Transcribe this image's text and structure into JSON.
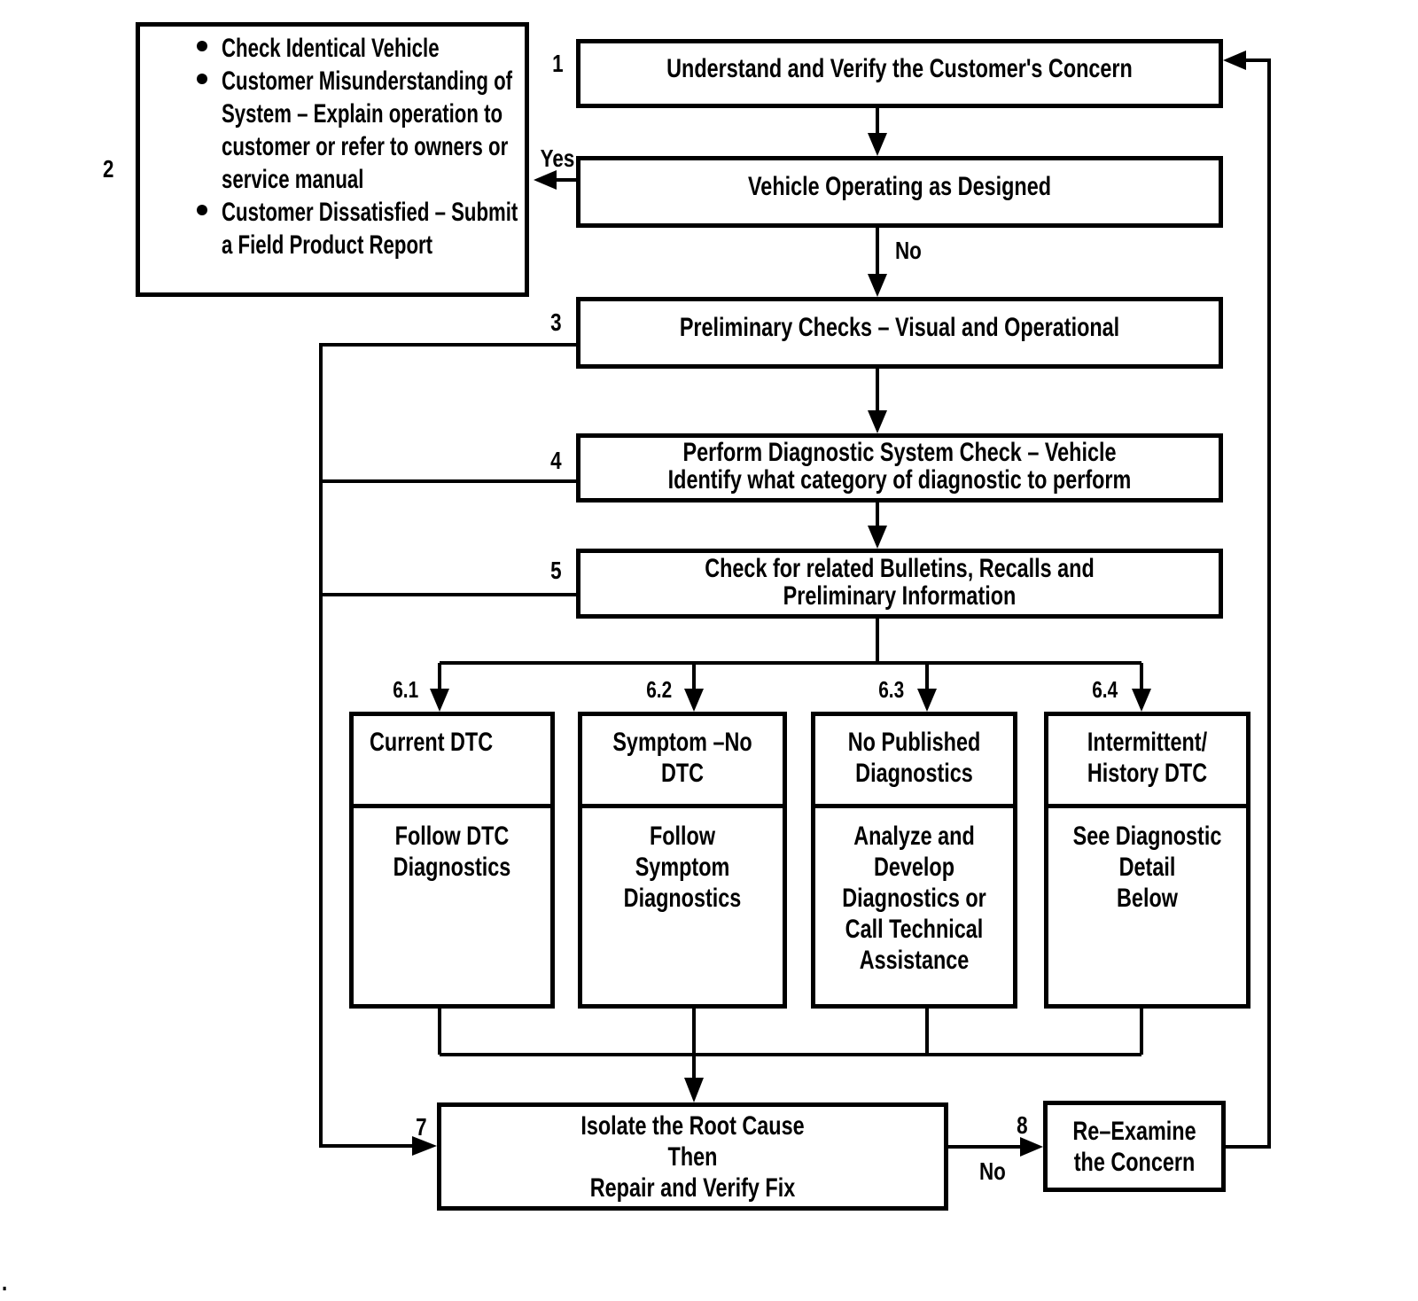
{
  "flowchart": {
    "background": "#ffffff",
    "line_color": "#000000",
    "steps": {
      "s1": {
        "number": "1",
        "lines": [
          "Understand and Verify the Customer's Concern"
        ]
      },
      "vehicle_operating": {
        "lines": [
          "Vehicle Operating as Designed"
        ],
        "yes_label": "Yes",
        "no_label": "No"
      },
      "s2_notes": {
        "number": "2",
        "bullets": [
          {
            "lines": [
              "Check Identical Vehicle"
            ]
          },
          {
            "lines": [
              "Customer Misunderstanding of",
              "System – Explain operation to",
              "customer or refer to owners or",
              "service manual"
            ]
          },
          {
            "lines": [
              "Customer Dissatisfied – Submit",
              "a Field Product Report"
            ]
          }
        ]
      },
      "s3": {
        "number": "3",
        "lines": [
          "Preliminary Checks – Visual and Operational"
        ]
      },
      "s4": {
        "number": "4",
        "lines": [
          "Perform Diagnostic System Check – Vehicle",
          "Identify what category of diagnostic to perform"
        ]
      },
      "s5": {
        "number": "5",
        "lines": [
          "Check for related Bulletins, Recalls and",
          "Preliminary Information"
        ]
      },
      "b61": {
        "number": "6.1",
        "header": [
          "Current DTC"
        ],
        "body": [
          "Follow DTC",
          "Diagnostics"
        ]
      },
      "b62": {
        "number": "6.2",
        "header": [
          "Symptom –No",
          "DTC"
        ],
        "body": [
          "Follow",
          "Symptom",
          "Diagnostics"
        ]
      },
      "b63": {
        "number": "6.3",
        "header": [
          "No Published",
          "Diagnostics"
        ],
        "body": [
          "Analyze and",
          "Develop",
          "Diagnostics or",
          "Call Technical",
          "Assistance"
        ]
      },
      "b64": {
        "number": "6.4",
        "header": [
          "Intermittent/",
          "History DTC"
        ],
        "body": [
          "See Diagnostic",
          "Detail",
          "Below"
        ]
      },
      "s7": {
        "number": "7",
        "lines": [
          "Isolate the Root Cause",
          "Then",
          "Repair and Verify Fix"
        ]
      },
      "s8": {
        "number": "8",
        "no_label": "No",
        "lines": [
          "Re–Examine",
          "the Concern"
        ]
      },
      "stray_mark": "."
    }
  }
}
